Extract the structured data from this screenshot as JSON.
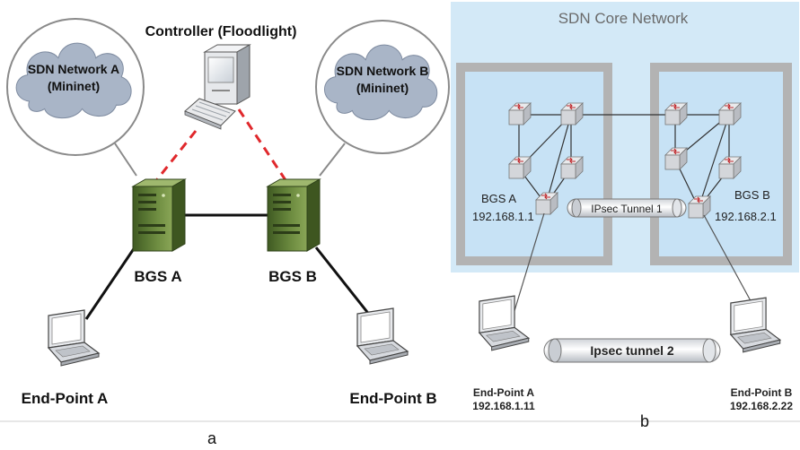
{
  "panel_a": {
    "controller_label": "Controller (Floodlight)",
    "cloud_a_line1": "SDN Network A",
    "cloud_a_line2": "(Mininet)",
    "cloud_b_line1": "SDN Network B",
    "cloud_b_line2": "(Mininet)",
    "bgs_a_label": "BGS A",
    "bgs_b_label": "BGS B",
    "endpoint_a_label": "End-Point A",
    "endpoint_b_label": "End-Point B",
    "caption": "a"
  },
  "panel_b": {
    "core_title": "SDN Core Network",
    "bgs_a_name": "BGS A",
    "bgs_a_ip": "192.168.1.1",
    "bgs_b_name": "BGS B",
    "bgs_b_ip": "192.168.2.1",
    "tunnel1_label": "IPsec Tunnel 1",
    "tunnel2_label": "Ipsec tunnel 2",
    "endpoint_a_name": "End-Point A",
    "endpoint_a_ip": "192.168.1.11",
    "endpoint_b_name": "End-Point B",
    "endpoint_b_ip": "192.168.2.22",
    "caption": "b"
  },
  "colors": {
    "core_bg": "#d3e9f7",
    "zone_fill": "#c7e2f5",
    "zone_border": "#b0b0b0",
    "cloud": "#aab6c8",
    "server_green": "#5b7a34",
    "link_red": "#e0282c"
  },
  "icons": [
    "cloud-icon",
    "server-icon",
    "computer-icon",
    "keyboard-icon",
    "laptop-icon",
    "switch-icon",
    "tunnel-icon"
  ]
}
